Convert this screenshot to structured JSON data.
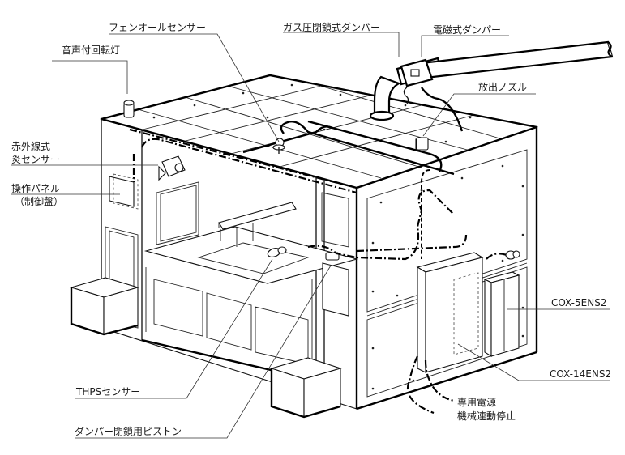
{
  "diagram": {
    "subject": "Fire suppression system enclosure (isometric view)",
    "labels": {
      "fenwal_sensor": "フェンオールセンサー",
      "gas_pressure_damper": "ガス圧閉鎖式ダンパー",
      "electromagnetic_damper": "電磁式ダンパー",
      "rotating_light": "音声付回転灯",
      "discharge_nozzle": "放出ノズル",
      "ir_flame_sensor_line1": "赤外線式",
      "ir_flame_sensor_line2": "炎センサー",
      "control_panel_line1": "操作パネル",
      "control_panel_line2": "（制御盤）",
      "cox5": "COX-5ENS2",
      "cox14": "COX-14ENS2",
      "power_line1": "専用電源",
      "power_line2": "機械連動停止",
      "thps_sensor": "THPSセンサー",
      "damper_piston": "ダンパー閉鎖用ピストン"
    },
    "colors": {
      "line": "#000000",
      "background": "#ffffff"
    }
  }
}
